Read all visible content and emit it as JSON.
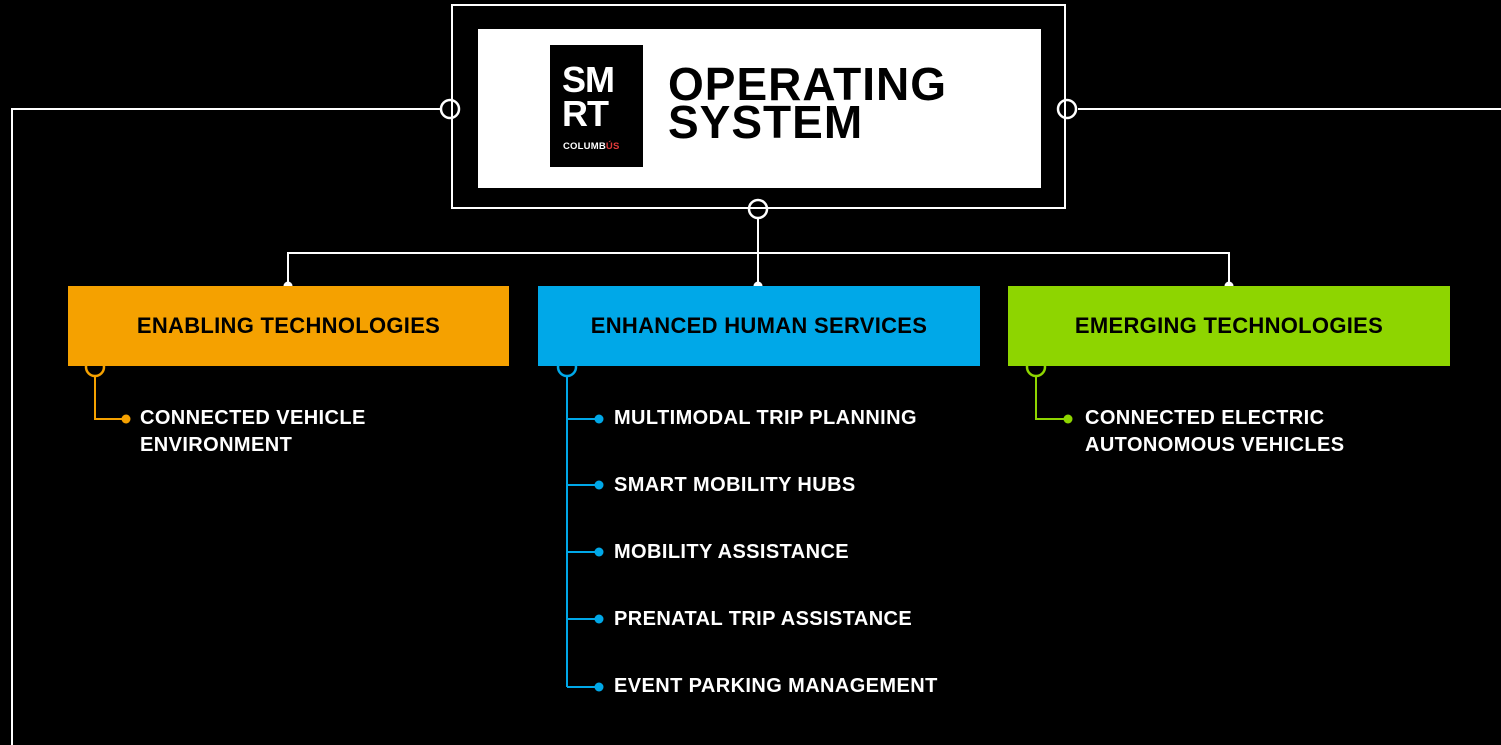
{
  "header": {
    "logo": {
      "line1": "SM",
      "line2": "RT",
      "city_main": "COLUMB",
      "city_accent": "ÚS"
    },
    "title_line1": "OPERATING",
    "title_line2": "SYSTEM"
  },
  "categories": [
    {
      "label": "ENABLING TECHNOLOGIES",
      "color": "#f5a100",
      "items": [
        {
          "line1": "CONNECTED VEHICLE",
          "line2": "ENVIRONMENT"
        }
      ]
    },
    {
      "label": "ENHANCED HUMAN SERVICES",
      "color": "#00a8e8",
      "items": [
        "MULTIMODAL TRIP PLANNING",
        "SMART MOBILITY HUBS",
        "MOBILITY ASSISTANCE",
        "PRENATAL TRIP ASSISTANCE",
        "EVENT PARKING MANAGEMENT"
      ]
    },
    {
      "label": "EMERGING TECHNOLOGIES",
      "color": "#8ed500",
      "items": [
        {
          "line1": "CONNECTED ELECTRIC",
          "line2": "AUTONOMOUS VEHICLES"
        }
      ]
    }
  ]
}
